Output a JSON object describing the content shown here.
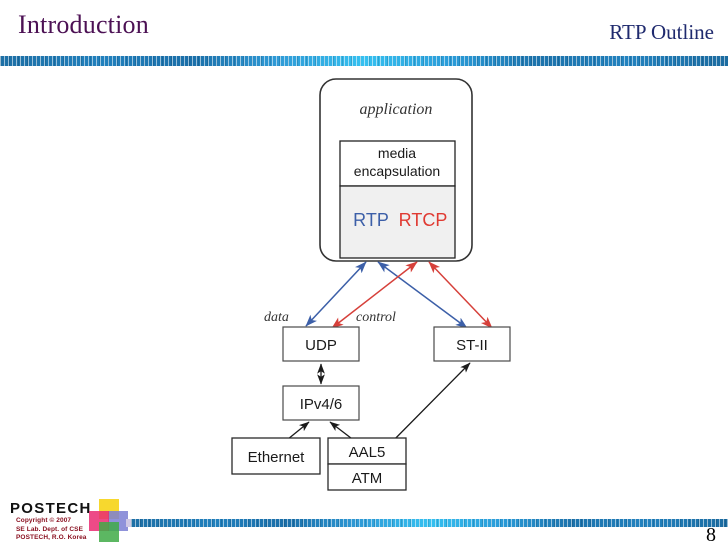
{
  "header": {
    "title_left": "Introduction",
    "title_right": "RTP Outline",
    "color_left": "#4c1154",
    "color_right": "#1f2a6e",
    "bar_accent": "#35c0f0"
  },
  "diagram": {
    "type": "protocol-stack",
    "application_box": {
      "label": "application",
      "style": "rounded-rectangle"
    },
    "media_box": {
      "line1": "media",
      "line2": "encapsulation"
    },
    "rtp_box": {
      "rtp_label": "RTP",
      "rtcp_label": "RTCP",
      "rtp_color": "#3c5fa8",
      "rtcp_color": "#e03a32",
      "fill": "#f0f0f0"
    },
    "flow_labels": {
      "data": "data",
      "control": "control"
    },
    "arrow_colors": {
      "data": "#3c5fa8",
      "control": "#d6403a",
      "plain": "#1a1a1a"
    },
    "layers": [
      {
        "id": "udp",
        "label": "UDP"
      },
      {
        "id": "st2",
        "label": "ST-II"
      },
      {
        "id": "ipv46",
        "label": "IPv4/6"
      },
      {
        "id": "ethernet",
        "label": "Ethernet"
      },
      {
        "id": "aal5",
        "label": "AAL5"
      },
      {
        "id": "atm",
        "label": "ATM"
      }
    ],
    "connections": [
      {
        "from": "rtp",
        "to": "udp",
        "kind": "data"
      },
      {
        "from": "rtp",
        "to": "st2",
        "kind": "data"
      },
      {
        "from": "rtcp",
        "to": "udp",
        "kind": "control"
      },
      {
        "from": "rtcp",
        "to": "st2",
        "kind": "control"
      },
      {
        "from": "udp",
        "to": "ipv46",
        "kind": "plain"
      },
      {
        "from": "ipv46",
        "to": "ethernet",
        "kind": "plain"
      },
      {
        "from": "ipv46",
        "to": "aal5",
        "kind": "plain"
      },
      {
        "from": "aal5",
        "to": "st2",
        "kind": "plain"
      }
    ]
  },
  "footer": {
    "wordmark": "POSTECH",
    "copyright": [
      "Copyright © 2007",
      "SE Lab. Dept. of CSE",
      "POSTECH, R.O. Korea"
    ],
    "page_number": "8",
    "logo_colors": {
      "top": "#f6d417",
      "right": "#7b7fd4",
      "left": "#ea2a72",
      "bottom": "#3faa46"
    }
  }
}
